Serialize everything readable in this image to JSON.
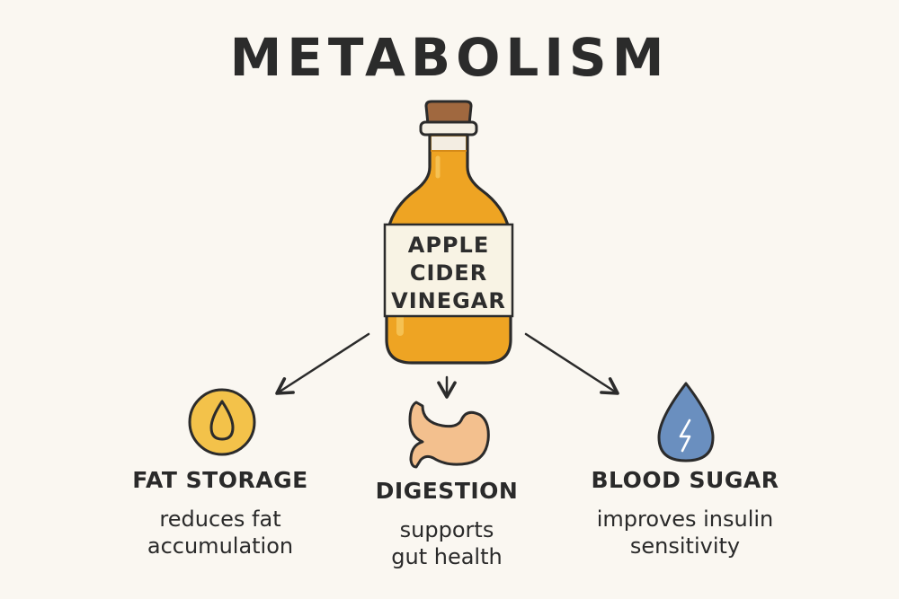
{
  "title": "METABOLISM",
  "bottle": {
    "label_lines": [
      "APPLE",
      "CIDER",
      "VINEGAR"
    ]
  },
  "effects": [
    {
      "heading": "FAT STORAGE",
      "lines": [
        "reduces fat",
        "accumulation"
      ],
      "icon": "drop-icon",
      "color": "#f3c24a"
    },
    {
      "heading": "DIGESTION",
      "lines": [
        "supports",
        "gut health"
      ],
      "icon": "stomach-icon",
      "color": "#f3c08e"
    },
    {
      "heading": "BLOOD SUGAR",
      "lines": [
        "improves insulin",
        "sensitivity"
      ],
      "icon": "blood-drop-bolt-icon",
      "color": "#6a8fbf"
    }
  ],
  "colors": {
    "vinegar": "#eea423",
    "cork": "#a0683f",
    "label_bg": "#f8f3e4",
    "background": "#faf7f1"
  }
}
